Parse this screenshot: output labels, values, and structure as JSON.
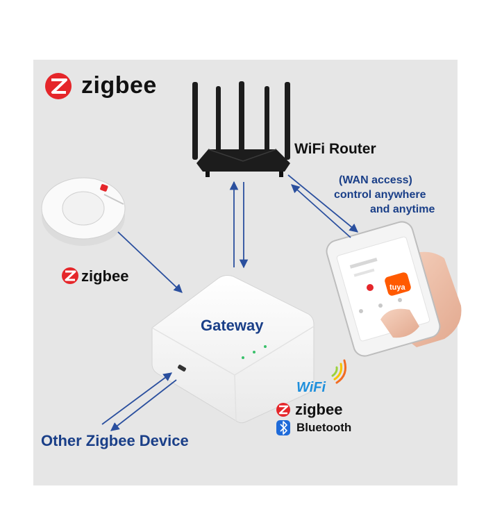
{
  "labels": {
    "brand_top": "zigbee",
    "router": "WiFi Router",
    "wan_line1": "(WAN access)",
    "wan_line2": "control anywhere",
    "wan_line3": "and anytime",
    "brand_mid": "zigbee",
    "gateway": "Gateway",
    "other_device": "Other Zigbee Device",
    "wifi": "WiFi",
    "brand_bottom": "zigbee",
    "bluetooth": "Bluetooth",
    "app_logo": "tuya"
  },
  "icons": [
    "zigbee-logo-icon",
    "wifi-signal-icon",
    "bluetooth-icon",
    "router-image",
    "smoke-detector-image",
    "gateway-image",
    "smartphone-image",
    "hand-image"
  ],
  "colors": {
    "background_panel": "#e6e6e6",
    "zigbee_red": "#e5262a",
    "label_blue": "#1a3f88",
    "wifi_blue": "#1e8fdc",
    "arrow_blue": "#2a4f9e",
    "router_black": "#1c1c1c",
    "tuya_orange": "#ff5a00"
  }
}
